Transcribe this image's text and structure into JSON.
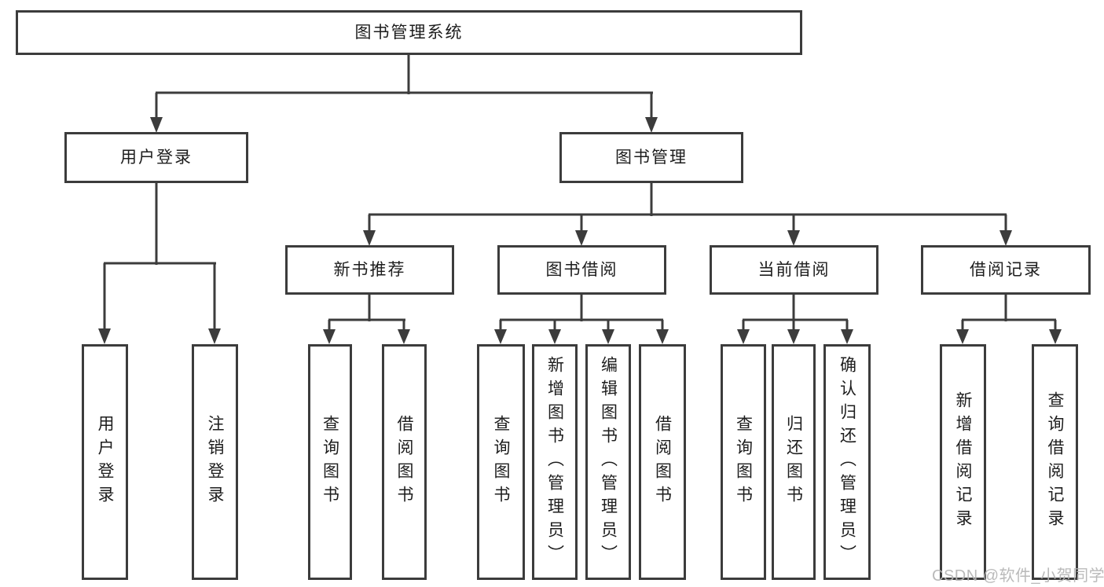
{
  "tree": {
    "root": {
      "label": "图书管理系统"
    },
    "branches": [
      {
        "label": "用户登录",
        "children": [
          {
            "label": "用户登录"
          },
          {
            "label": "注销登录"
          }
        ]
      },
      {
        "label": "图书管理",
        "children": [
          {
            "label": "新书推荐",
            "children": [
              {
                "label": "查询图书"
              },
              {
                "label": "借阅图书"
              }
            ]
          },
          {
            "label": "图书借阅",
            "children": [
              {
                "label": "查询图书"
              },
              {
                "label": "新增图书（管理员）"
              },
              {
                "label": "编辑图书（管理员）"
              },
              {
                "label": "借阅图书"
              }
            ]
          },
          {
            "label": "当前借阅",
            "children": [
              {
                "label": "查询图书"
              },
              {
                "label": "归还图书"
              },
              {
                "label": "确认归还（管理员）"
              }
            ]
          },
          {
            "label": "借阅记录",
            "children": [
              {
                "label": "新增借阅记录"
              },
              {
                "label": "查询借阅记录"
              }
            ]
          }
        ]
      }
    ]
  },
  "watermark": {
    "text": "CSDN @软件_小贺同学"
  },
  "colors": {
    "line": "#3c3c3c",
    "box_border": "#3c3c3c",
    "box_fill": "#ffffff",
    "text": "#1d1d1d",
    "watermark": "#b5b5b5",
    "background": "#ffffff"
  }
}
